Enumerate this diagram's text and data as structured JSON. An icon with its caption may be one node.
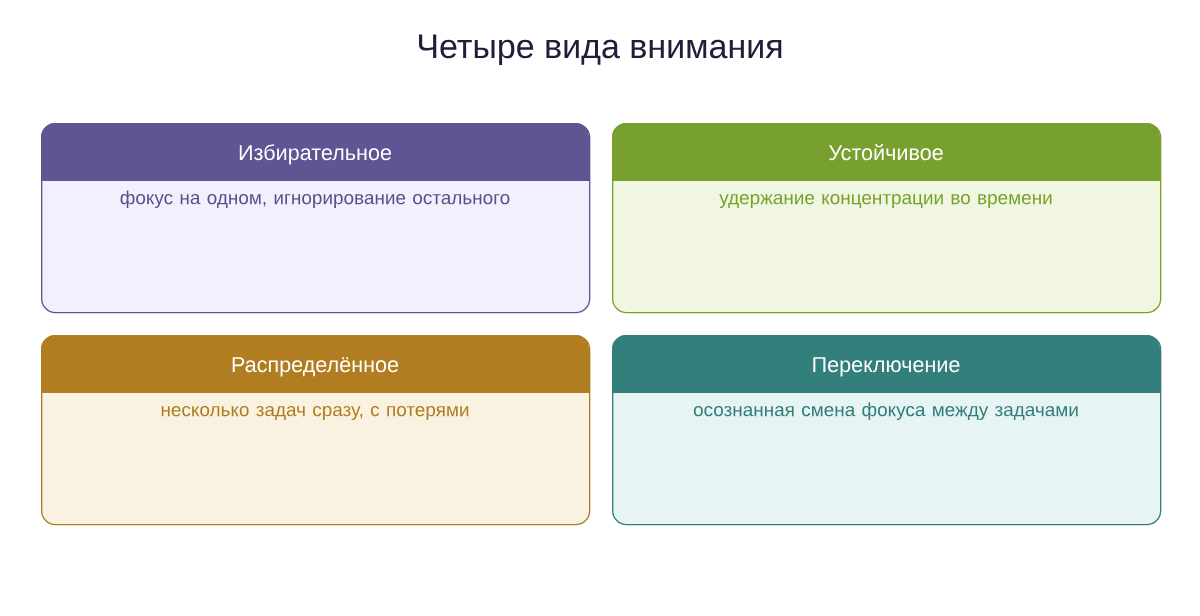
{
  "diagram": {
    "title": "Четыре вида внимания",
    "nodes": [
      {
        "text": [
          "Избирательное",
          "фокус на одном, игнорирование остального"
        ]
      },
      {
        "text": [
          "Устойчивое",
          "удержание концентрации во времени"
        ]
      },
      {
        "text": [
          "Распределённое",
          "несколько задач сразу, с потерями"
        ]
      },
      {
        "text": [
          "Переключение",
          "осознанная смена фокуса между задачами"
        ]
      }
    ]
  }
}
